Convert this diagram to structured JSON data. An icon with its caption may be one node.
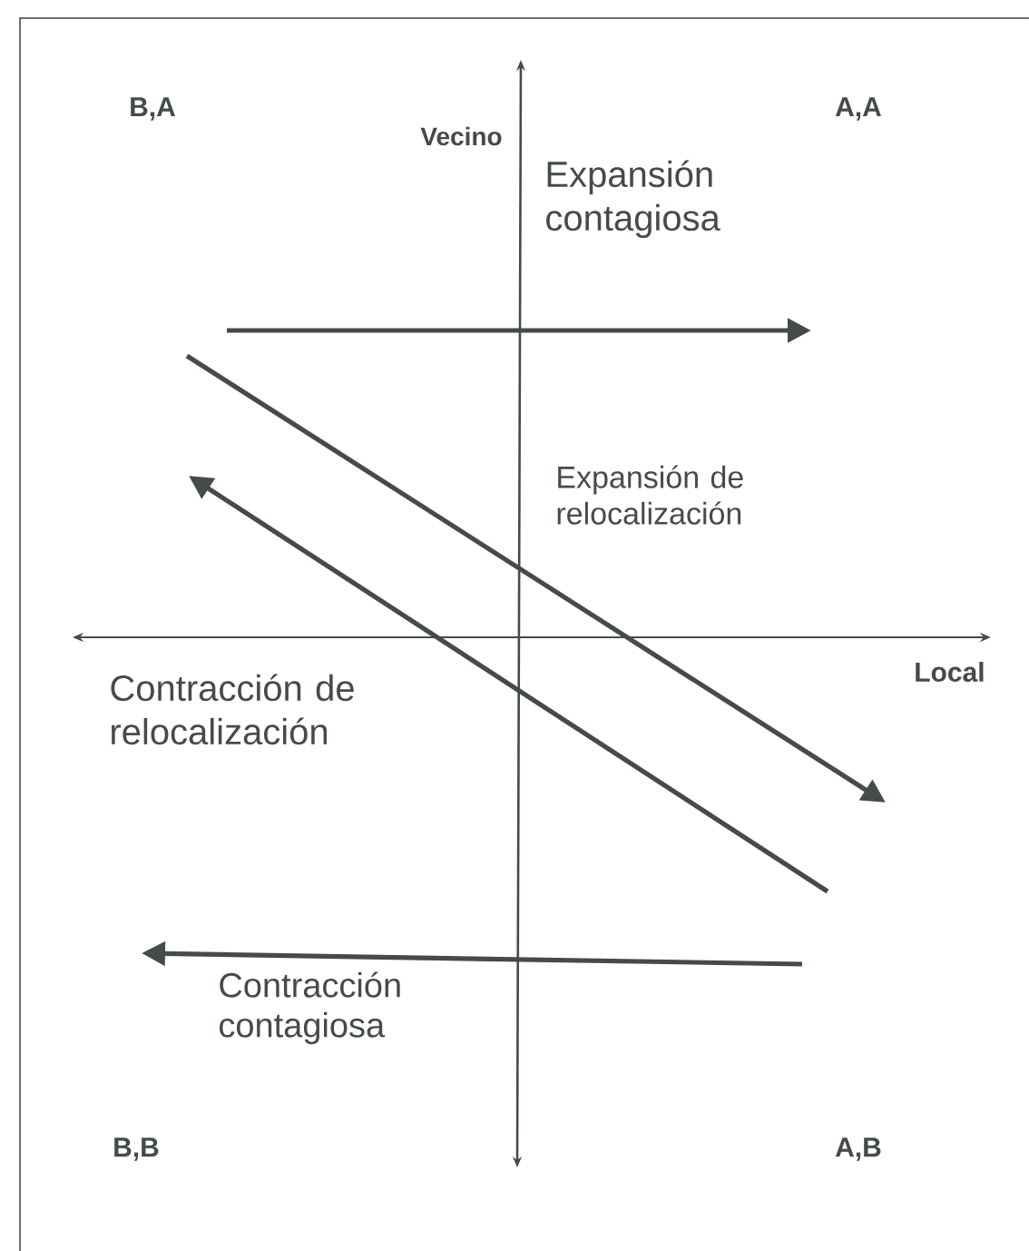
{
  "diagram": {
    "labels": [
      "B,A",
      "A,A",
      "Vecino",
      "Expansión contagiosa",
      "Expansión de relocalización",
      "Local",
      "Contracción de relocalización",
      "Contracción contagiosa",
      "B,B",
      "A,B"
    ]
  }
}
